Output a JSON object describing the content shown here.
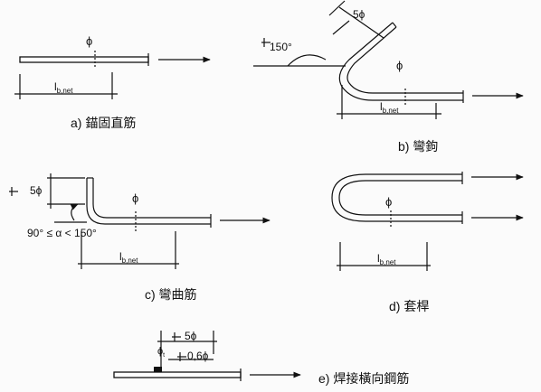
{
  "diagram_a": {
    "symbol": "ϕ",
    "length_label": "l",
    "length_subscript": "b,net",
    "caption": "a) 錨固直筋"
  },
  "diagram_b": {
    "angle_label": "150°",
    "bend_length_label": "5ϕ",
    "symbol": "ϕ",
    "length_label": "l",
    "length_subscript": "b,net",
    "caption": "b) 彎鉤"
  },
  "diagram_c": {
    "height_label": "5ϕ",
    "angle_range_label": "90° ≤ α < 150°",
    "symbol": "ϕ",
    "length_label": "l",
    "length_subscript": "b,net",
    "caption": "c) 彎曲筋"
  },
  "diagram_d": {
    "symbol": "ϕ",
    "length_label": "l",
    "length_subscript": "b,net",
    "caption": "d) 套桿"
  },
  "diagram_e": {
    "spacing_label": "5ϕ",
    "offset_label": "0,6ϕ",
    "transverse_symbol": "ϕ",
    "transverse_subscript": "t",
    "caption": "e) 焊接橫向鋼筋"
  }
}
